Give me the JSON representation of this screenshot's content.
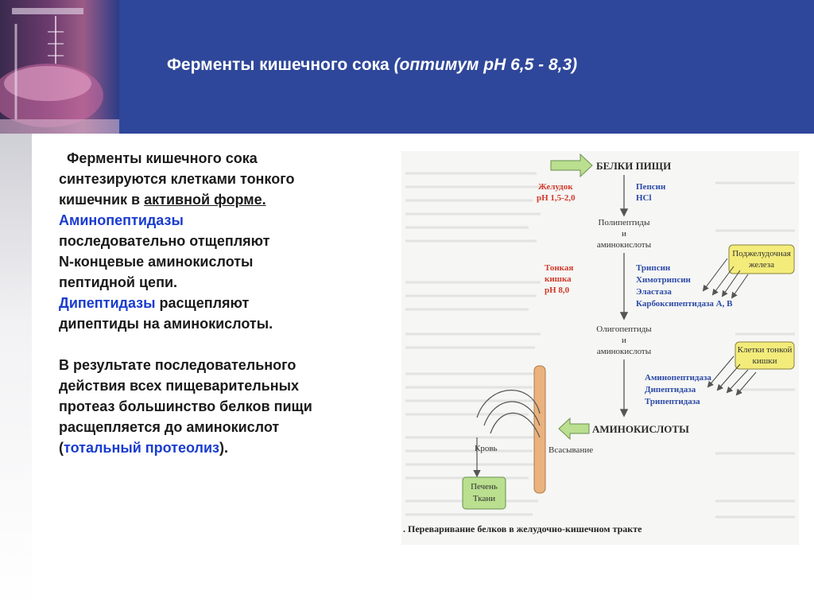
{
  "slide": {
    "title_prefix": "Ферменты кишечного сока ",
    "title_italic": "(оптимум рН 6,5 - 8,3)",
    "body": {
      "p1_l1": "Ферменты кишечного сока",
      "p1_l2": "синтезируются клетками  тонкого",
      "p1_l3a": "кишечник в ",
      "p1_l3b": "активной форме.",
      "p1_l4": "Аминопептидазы",
      "p1_l5": " последовательно отщепляют",
      "p1_l6": "N-концевые аминокислоты",
      "p1_l7": "пептидной цепи.",
      "p1_l8a": "Дипептидазы",
      "p1_l8b": " расщепляют",
      "p1_l9": "дипептиды на аминокислоты.",
      "p2_l1": "В результате последовательного",
      "p2_l2": "действия всех пищеварительных",
      "p2_l3": "протеаз большинство белков пищи",
      "p2_l4": "расщепляется до аминокислот",
      "p2_l5a": "(",
      "p2_l5b": "тотальный протеолиз",
      "p2_l5c": ")."
    }
  },
  "diagram": {
    "food_proteins": "БЕЛКИ ПИЩИ",
    "stomach": "Желудок",
    "stomach_ph": "pH 1,5-2,0",
    "pepsin": "Пепсин",
    "hcl": "HCl",
    "polypeptides_1": "Полипептиды",
    "polypeptides_2": "и",
    "polypeptides_3": "аминокислоты",
    "pancreas_1": "Поджелудочная",
    "pancreas_2": "железа",
    "intestine_1": "Тонкая",
    "intestine_2": "кишка",
    "intestine_ph": "pH 8,0",
    "trypsin": "Трипсин",
    "chymotrypsin": "Химотрипсин",
    "elastase": "Эластаза",
    "carboxypeptidase": "Карбоксипептидаза А, В",
    "oligopeptides_1": "Олигопептиды",
    "oligopeptides_2": "и",
    "oligopeptides_3": "аминокислоты",
    "intestine_cells_1": "Клетки тонкой",
    "intestine_cells_2": "кишки",
    "aminopeptidase": "Аминопептидаза",
    "dipeptidase": "Дипептидаза",
    "tripeptidase": "Трипептидаза",
    "amino_acids": "АМИНОКИСЛОТЫ",
    "blood": "Кровь",
    "absorption": "Всасывание",
    "liver_1": "Печень",
    "liver_2": "Ткани",
    "caption": ". Переваривание белков в желудочно-кишечном тракте"
  },
  "colors": {
    "header": "#2f479a",
    "accent_blue": "#1a3ccf",
    "diagram_red": "#d03a2a",
    "diagram_blue": "#2c4aa8",
    "box_yellow": "#f3ec7a",
    "box_green": "#b9df8f",
    "tube_orange": "#e9b27e"
  }
}
